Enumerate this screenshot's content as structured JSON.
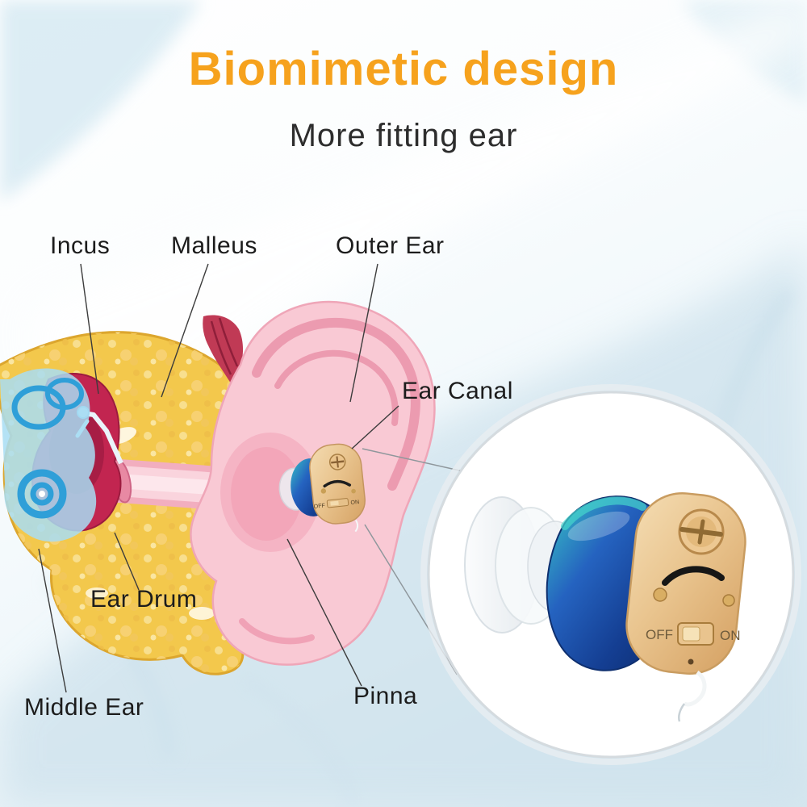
{
  "header": {
    "title": "Biomimetic design",
    "subtitle": "More fitting ear"
  },
  "anatomy_labels": {
    "incus": "Incus",
    "malleus": "Malleus",
    "outer_ear": "Outer Ear",
    "ear_canal": "Ear Canal",
    "ear_drum": "Ear Drum",
    "middle_ear": "Middle Ear",
    "pinna": "Pinna"
  },
  "device": {
    "off_label": "OFF",
    "on_label": "ON"
  },
  "colors": {
    "accent_orange": "#F6A21D",
    "subtitle_text": "#2D2D2D",
    "label_text": "#1C1C1C",
    "ear_pink": "#F9C9D4",
    "bone_yellow": "#F3C84C",
    "middle_ear_red": "#C22550",
    "cochlea_blue": "#2F9FD8",
    "device_blue": "#1A4C9E",
    "device_teal": "#3BCDC6",
    "device_beige": "#E9C48E"
  }
}
